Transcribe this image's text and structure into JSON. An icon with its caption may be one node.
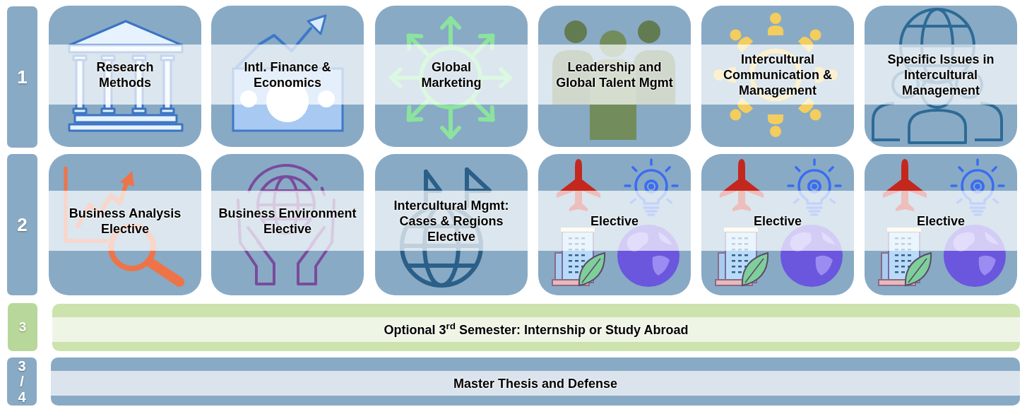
{
  "diagram": {
    "nodes": [
      {
        "text": [
          "1"
        ]
      },
      {
        "text": [
          "Research Methods"
        ]
      },
      {
        "text": [
          "Intl. Finance & Economics"
        ]
      },
      {
        "text": [
          "Global Marketing"
        ]
      },
      {
        "text": [
          "Leadership and Global Talent Mgmt"
        ]
      },
      {
        "text": [
          "Intercultural Communication & Management"
        ]
      },
      {
        "text": [
          "Specific Issues in Intercultural Management"
        ]
      },
      {
        "text": [
          "2"
        ]
      },
      {
        "text": [
          "Business Analysis Elective"
        ]
      },
      {
        "text": [
          "Business Environment Elective"
        ]
      },
      {
        "text": [
          "Intercultural Mgmt: Cases & Regions Elective"
        ]
      },
      {
        "text": [
          "Elective"
        ]
      },
      {
        "text": [
          "Elective"
        ]
      },
      {
        "text": [
          "Elective"
        ]
      },
      {
        "text": [
          "3"
        ]
      },
      {
        "text": [
          "Optional 3$^{rd}$ Semester: Internship or Study Abroad"
        ]
      },
      {
        "text": [
          "3 / 4"
        ]
      },
      {
        "text": [
          "Master Thesis and Defense"
        ]
      }
    ]
  }
}
